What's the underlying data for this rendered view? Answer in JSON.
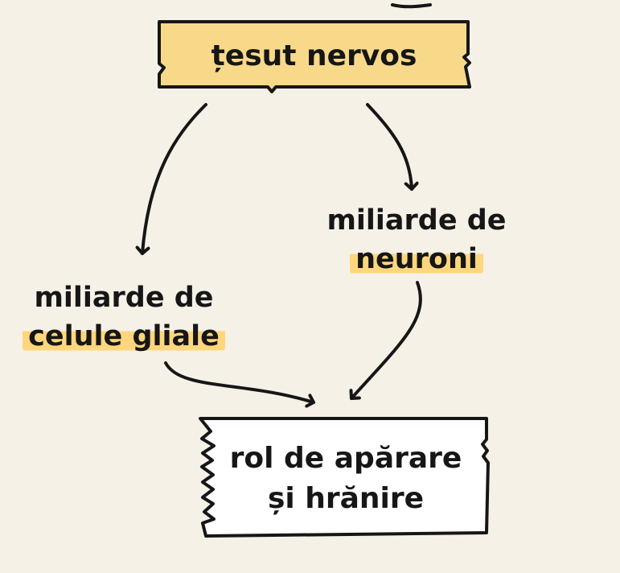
{
  "nodes": {
    "top": {
      "text": "țesut nervos"
    },
    "left": {
      "line1": "miliarde de",
      "line2": "celule gliale"
    },
    "right": {
      "line1": "miliarde de",
      "line2": "neuroni"
    },
    "bottom": {
      "line1": "rol de apărare",
      "line2": "și hrănire"
    }
  },
  "colors": {
    "background": "#f6f1e7",
    "top_box": "#f8d98a",
    "highlight": "#ffd474",
    "outline": "#161616",
    "bottom_box": "#ffffff"
  }
}
